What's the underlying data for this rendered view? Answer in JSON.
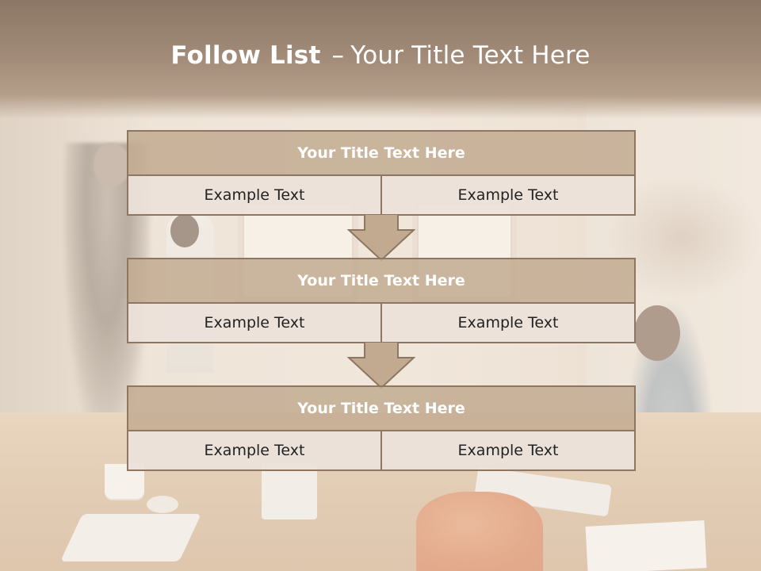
{
  "slide": {
    "title_bold": "Follow List",
    "title_separator": "–",
    "title_rest": "Your Title Text Here"
  },
  "blocks": [
    {
      "title": "Your Title Text Here",
      "left": "Example Text",
      "right": "Example Text"
    },
    {
      "title": "Your Title Text Here",
      "left": "Example Text",
      "right": "Example Text"
    },
    {
      "title": "Your Title Text Here",
      "left": "Example Text",
      "right": "Example Text"
    }
  ],
  "colors": {
    "title_bar": "#a08a77",
    "block_header": "#c2aa91",
    "block_border": "#8e7762",
    "cell_fill": "#ebe2da",
    "arrow_fill": "#c2aa91"
  },
  "icons": [
    "down-arrow-icon",
    "down-arrow-icon"
  ]
}
